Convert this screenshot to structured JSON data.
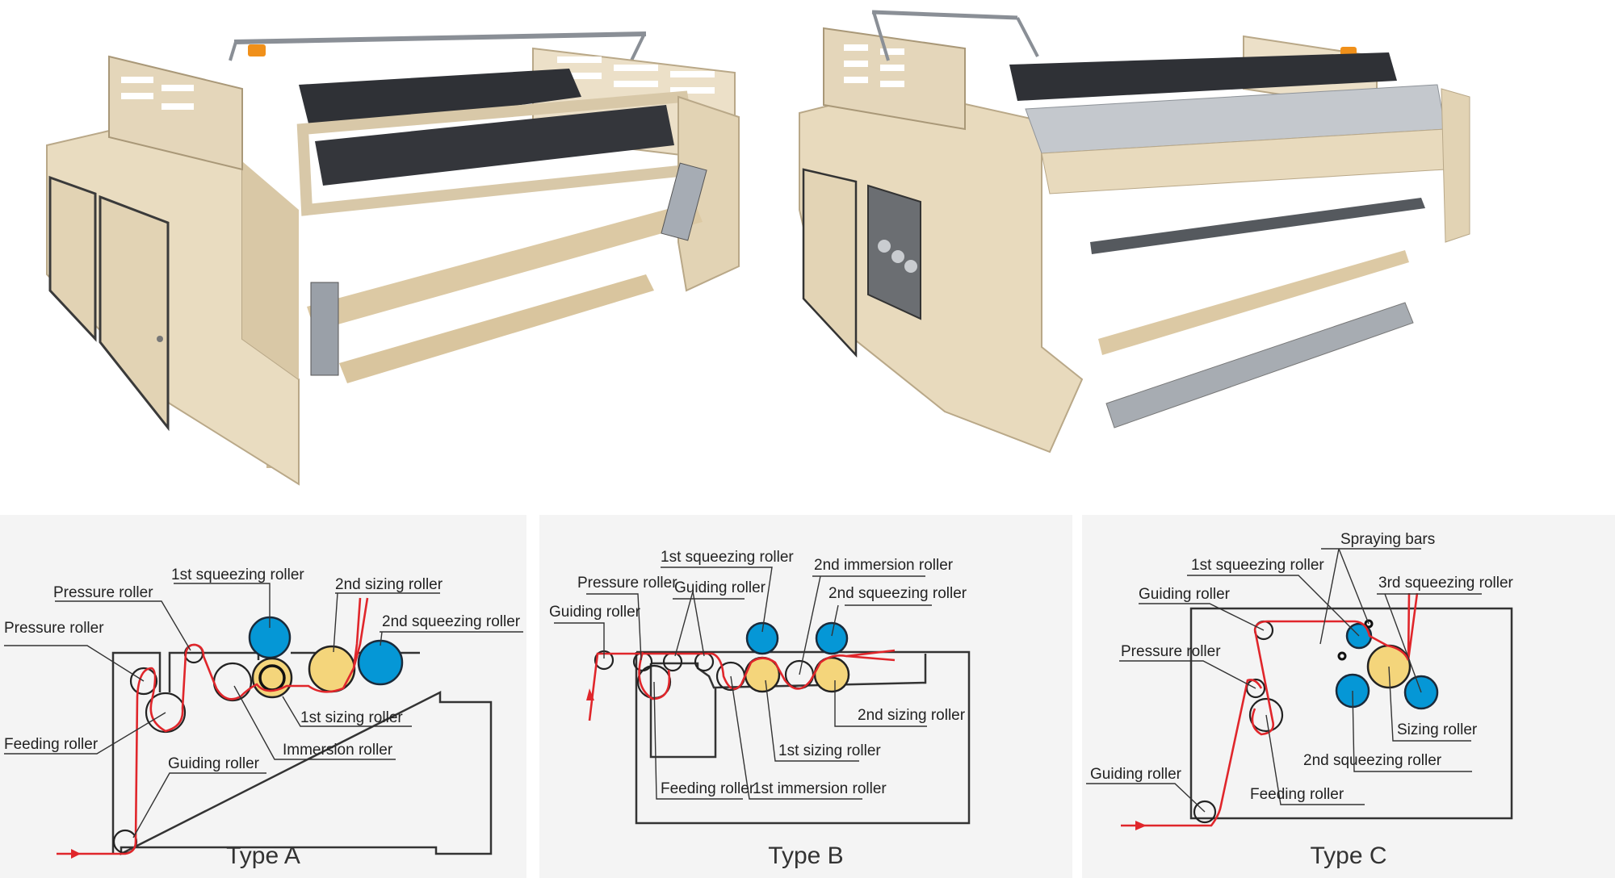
{
  "photos": [
    {
      "name": "machine-photo-type-a",
      "description": "Beige sizing machine with two dark rollers, pneumatic cylinders and cabinet doors"
    },
    {
      "name": "machine-photo-type-b",
      "description": "Beige sizing machine with perforated roller cover, control panel and lower steel roller"
    }
  ],
  "colors": {
    "squeezing_roller": "#0597d6",
    "sizing_roller": "#f4d57b",
    "fabric_path": "#e0262b",
    "panel_background": "#f4f4f4",
    "machine_body": "#e6d6b8"
  },
  "diagrams": [
    {
      "caption": "Type A",
      "labels": {
        "first_squeezing": "1st squeezing roller",
        "pressure_top": "Pressure roller",
        "pressure_left": "Pressure roller",
        "second_sizing": "2nd sizing roller",
        "second_squeezing": "2nd squeezing roller",
        "feeding": "Feeding roller",
        "first_sizing": "1st sizing roller",
        "immersion": "Immersion roller",
        "guiding": "Guiding roller"
      }
    },
    {
      "caption": "Type B",
      "labels": {
        "first_squeezing": "1st squeezing roller",
        "second_immersion": "2nd immersion roller",
        "pressure": "Pressure roller",
        "guiding_mid": "Guiding roller",
        "second_squeezing": "2nd squeezing roller",
        "guiding_left": "Guiding roller",
        "second_sizing": "2nd sizing roller",
        "first_sizing": "1st sizing roller",
        "feeding": "Feeding roller",
        "first_immersion": "1st immersion roller"
      }
    },
    {
      "caption": "Type C",
      "labels": {
        "spraying_bars": "Spraying bars",
        "first_squeezing": "1st squeezing roller",
        "third_squeezing": "3rd squeezing roller",
        "guiding_top": "Guiding roller",
        "pressure": "Pressure roller",
        "sizing": "Sizing roller",
        "second_squeezing": "2nd squeezing roller",
        "guiding_bottom": "Guiding roller",
        "feeding": "Feeding roller"
      }
    }
  ]
}
